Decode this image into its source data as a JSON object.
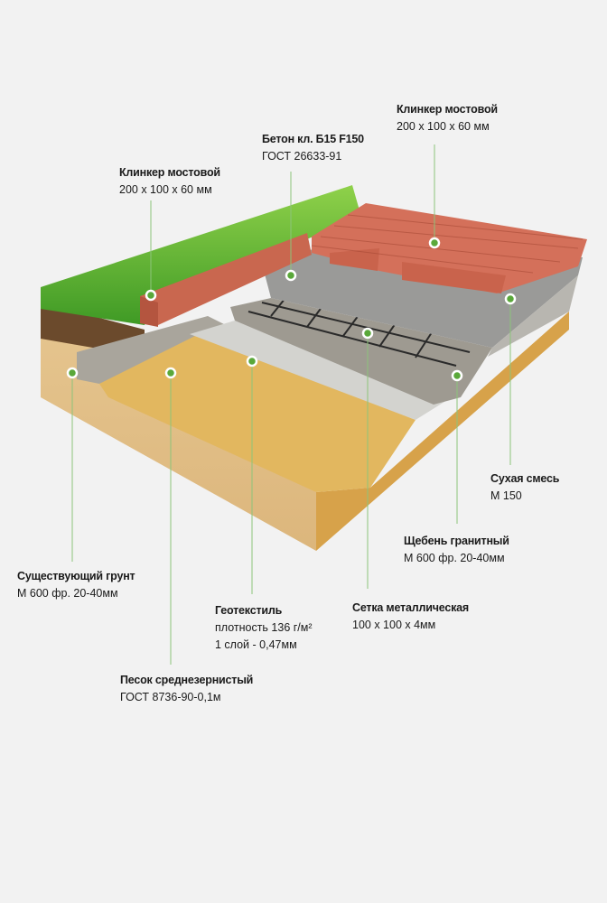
{
  "colors": {
    "accent": "#5aa83a",
    "leader_line": "#8cc47a",
    "background": "#f2f2f2"
  },
  "callouts": [
    {
      "id": "klinker-left",
      "title": "Клинкер мостовой",
      "lines": [
        "200 x 100 x 60 мм"
      ]
    },
    {
      "id": "beton",
      "title": "Бетон кл. Б15 F150",
      "lines": [
        "ГОСТ 26633-91"
      ]
    },
    {
      "id": "klinker-right",
      "title": "Клинкер мостовой",
      "lines": [
        "200 x 100 x 60 мм"
      ]
    },
    {
      "id": "suhaya-smes",
      "title": "Сухая смесь",
      "lines": [
        "М 150"
      ]
    },
    {
      "id": "shcheben",
      "title": "Щебень гранитный",
      "lines": [
        "М 600 фр. 20-40мм"
      ]
    },
    {
      "id": "grunt",
      "title": "Существующий грунт",
      "lines": [
        "М 600 фр. 20-40мм"
      ]
    },
    {
      "id": "geotekstil",
      "title": "Геотекстиль",
      "lines": [
        "плотность 136 г/м²",
        "1 слой - 0,47мм"
      ]
    },
    {
      "id": "setka",
      "title": "Сетка металлическая",
      "lines": [
        "100 x 100 x 4мм"
      ]
    },
    {
      "id": "pesok",
      "title": "Песок среднезернистый",
      "lines": [
        "ГОСТ 8736-90-0,1м"
      ]
    }
  ]
}
